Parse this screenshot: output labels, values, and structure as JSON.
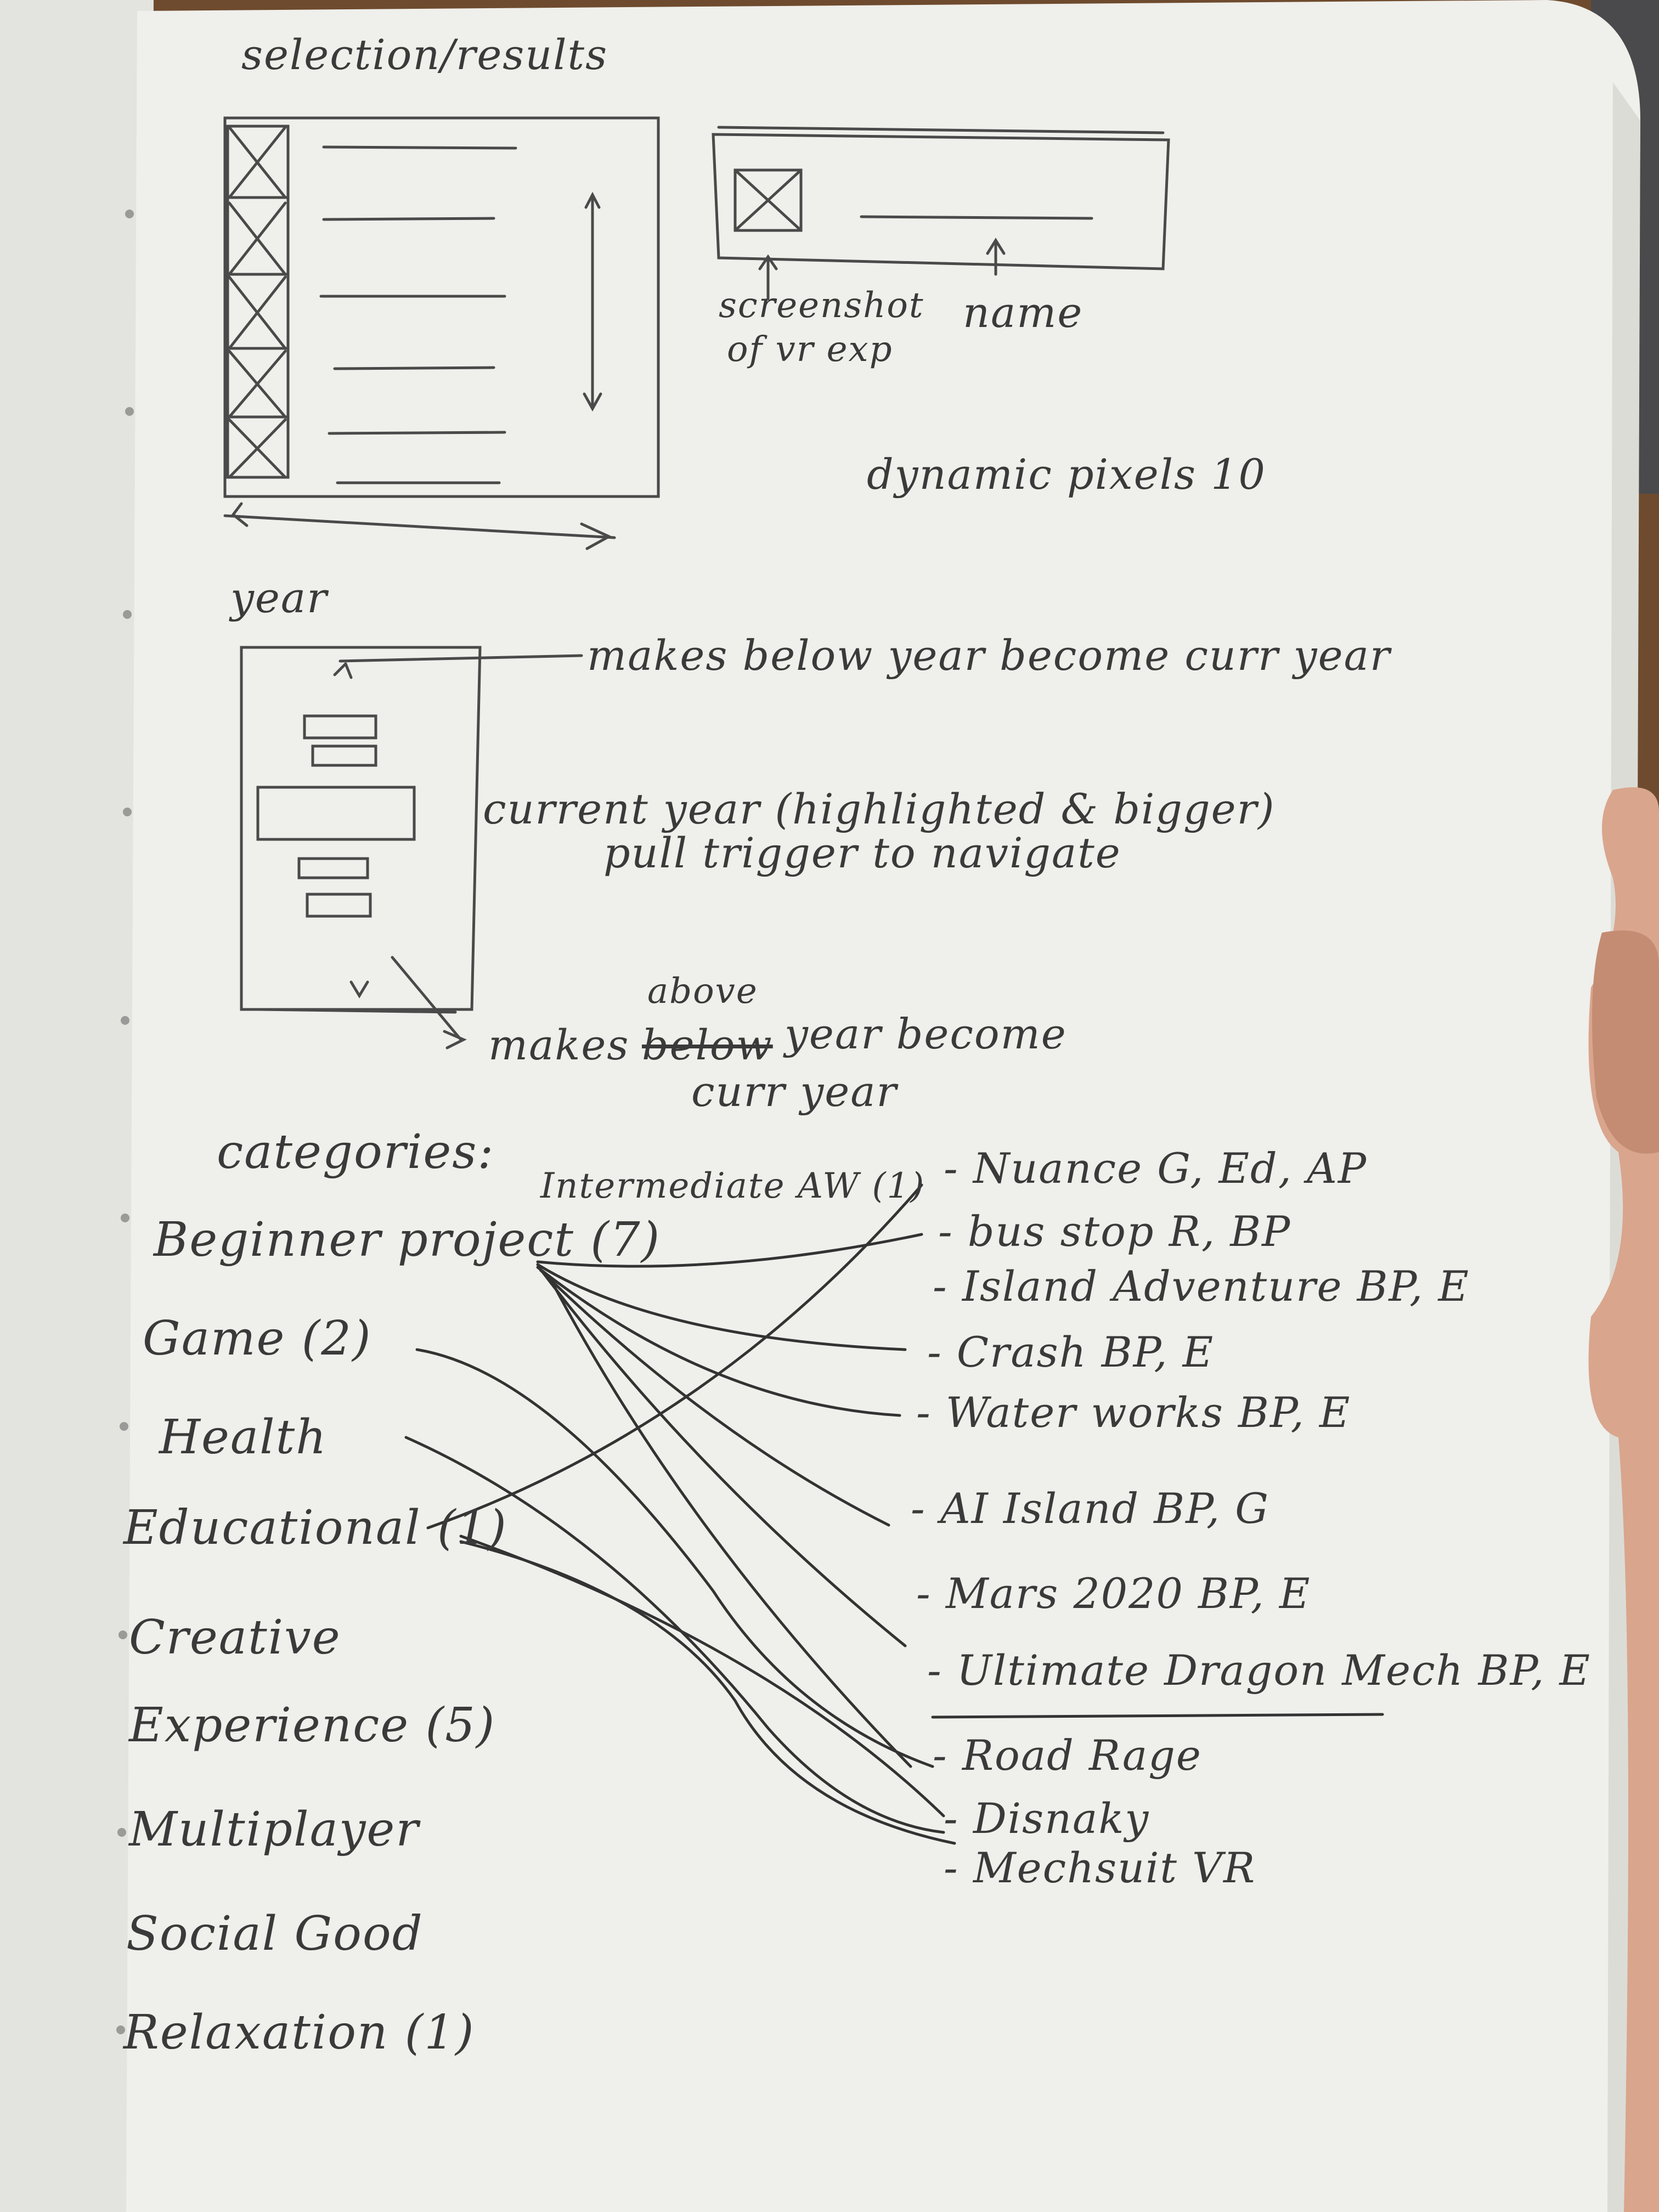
{
  "sketch_top": {
    "title": "selection/results",
    "annot_screenshot": [
      "screenshot",
      "of vr exp"
    ],
    "annot_name": "name",
    "note_pixels": "dynamic pixels 10"
  },
  "year_widget": {
    "label": "year",
    "up_note": "makes below year become curr year",
    "current_note_1": "current year (highlighted & bigger)",
    "current_note_2": "pull trigger to navigate",
    "down_note_prefix": "makes",
    "down_note_struck": "below",
    "down_note_inserted": "above",
    "down_note_suffix": "year become",
    "down_note_suffix_2": "curr year"
  },
  "categories": {
    "heading": "categories:",
    "extra": "Intermediate AW (1)",
    "items": [
      "Beginner project (7)",
      "Game (2)",
      "Health",
      "Educational (1)",
      "Creative",
      "Experience (5)",
      "Multiplayer",
      "Social Good",
      "Relaxation (1)"
    ]
  },
  "experiences": [
    "- Nuance G, Ed, AP",
    "- bus stop R, BP",
    "- Island Adventure BP, E",
    "- Crash BP, E",
    "- Water works BP, E",
    "- AI Island BP, G",
    "- Mars 2020 BP, E",
    "- Ultimate Dragon Mech BP, E",
    "- Road Rage",
    "- Disnaky",
    "- Mechsuit VR"
  ],
  "colors": {
    "paper": "#eeeeea",
    "pencil": "#3a3a3a",
    "desk": "#7a5535"
  }
}
